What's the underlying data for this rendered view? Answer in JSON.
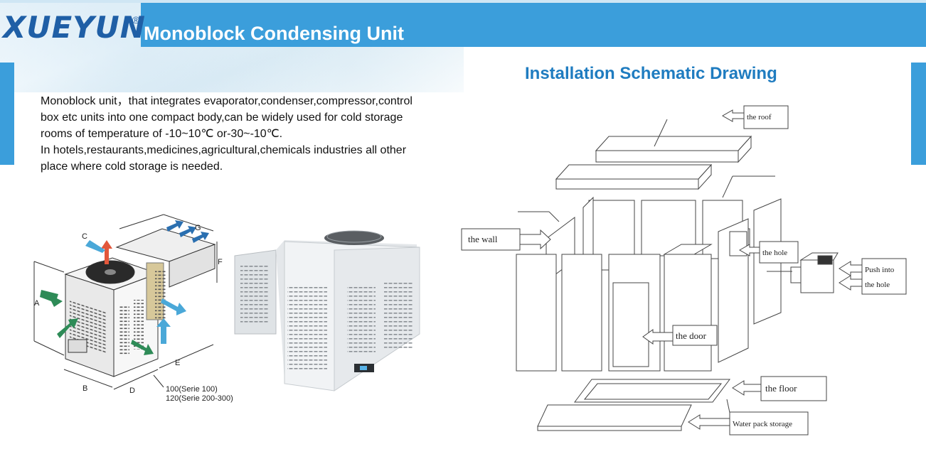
{
  "header": {
    "logo_text": "XUEYUN",
    "logo_reg": "®",
    "title": "Monoblock Condensing Unit"
  },
  "description": {
    "line1": "Monoblock unit，that integrates evaporator,condenser,compressor,control",
    "line2": "box etc units into one compact body,can be widely used for cold storage",
    "line3": "rooms of temperature of -10~10℃ or-30~-10℃.",
    "line4": "In hotels,restaurants,medicines,agricultural,chemicals industries  all other",
    "line5": "place where cold storage is needed."
  },
  "unit_diagram": {
    "labels": {
      "a": "A",
      "b": "B",
      "c": "C",
      "d": "D",
      "e": "E",
      "f": "F",
      "g": "G"
    },
    "note_line1": "100(Serie 100)",
    "note_line2": "120(Serie 200-300)"
  },
  "schematic": {
    "title": "Installation Schematic Drawing",
    "labels": {
      "roof": "the roof",
      "wall": "the wall",
      "hole": "the hole",
      "push": "Push into",
      "push2": "the hole",
      "door": "the door",
      "floor": "the floor",
      "water": "Water pack storage"
    }
  },
  "colors": {
    "accent_blue": "#3b9edb",
    "logo_blue": "#1f5fa6",
    "heading_blue": "#1f7cc0",
    "arrow_green": "#2e8b57",
    "arrow_red": "#e2573b",
    "arrow_lightblue": "#4aa8d8"
  }
}
